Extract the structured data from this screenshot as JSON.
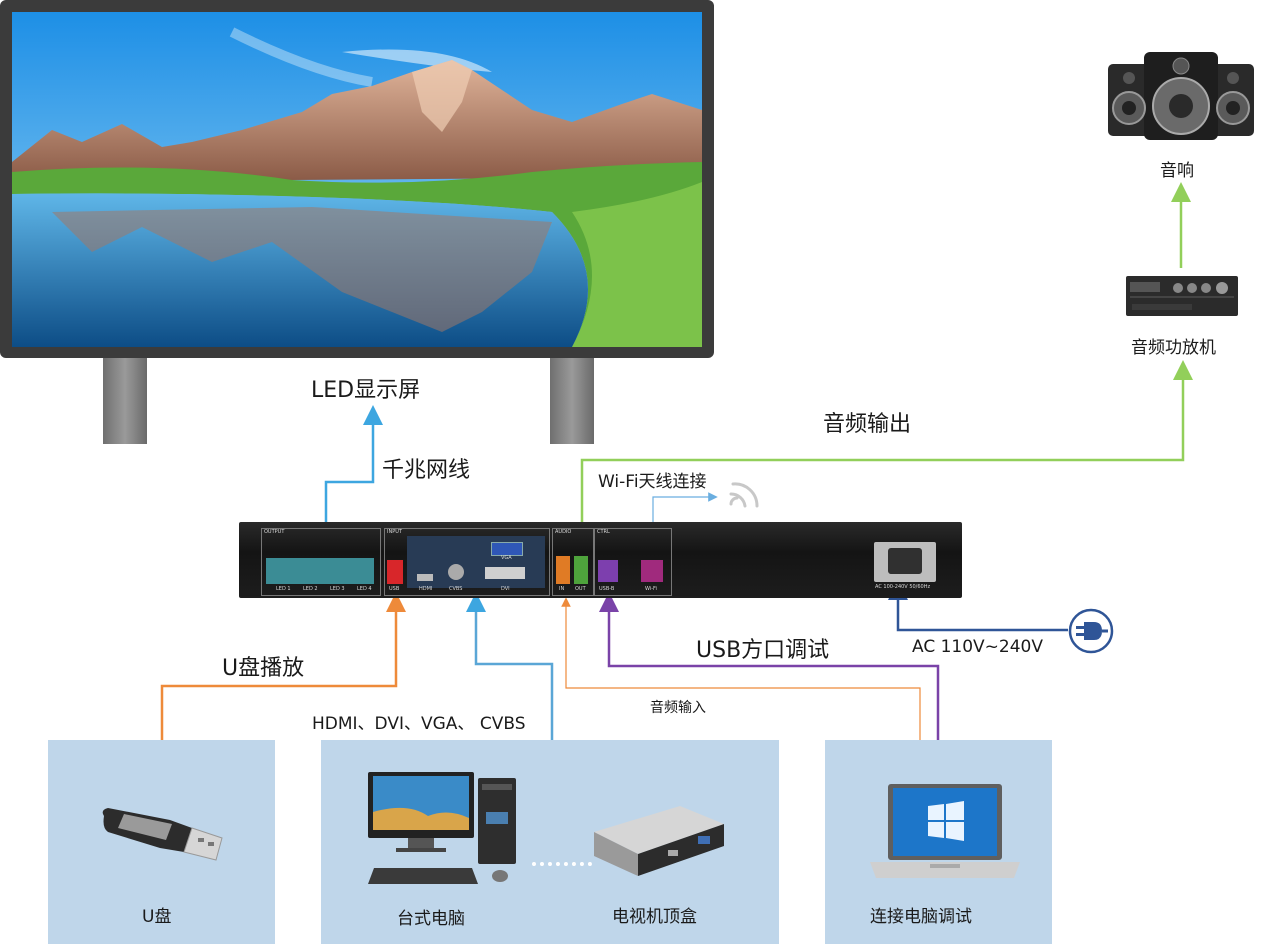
{
  "labels": {
    "led_screen": "LED显示屏",
    "gigabit_cable": "千兆网线",
    "wifi_antenna": "Wi-Fi天线连接",
    "audio_output": "音频输出",
    "speaker": "音响",
    "amplifier": "音频功放机",
    "usb_play": "U盘播放",
    "video_inputs": "HDMI、DVI、VGA、 CVBS",
    "audio_input": "音频输入",
    "usb_debug": "USB方口调试",
    "ac_power": "AC 110V~240V",
    "usb_disk": "U盘",
    "desktop_pc": "台式电脑",
    "set_top_box": "电视机顶盒",
    "pc_debug": "连接电脑调试"
  },
  "device": {
    "output_group": "OUTPUT",
    "input_group": "INPUT",
    "audio_group": "AUDIO",
    "ctrl_group": "CTRL",
    "led_ports": [
      "LED 1",
      "LED 2",
      "LED 3",
      "LED 4"
    ],
    "usb_port": "USB",
    "hdmi_port": "HDMI",
    "cvbs_port": "CVBS",
    "vga_port": "VGA",
    "dvi_port": "DVI",
    "audio_in": "IN",
    "audio_out": "OUT",
    "usb_b": "USB-B",
    "wifi_port": "Wi-Fi",
    "power_port": "AC 100-240V 50/60Hz"
  },
  "colors": {
    "blue_line": "#3da6e0",
    "orange_line": "#ee8a3a",
    "green_line": "#92cf5a",
    "purple_line": "#7a43a8",
    "navy_line": "#2f5597",
    "panel_bg": "#bfd6ea"
  }
}
